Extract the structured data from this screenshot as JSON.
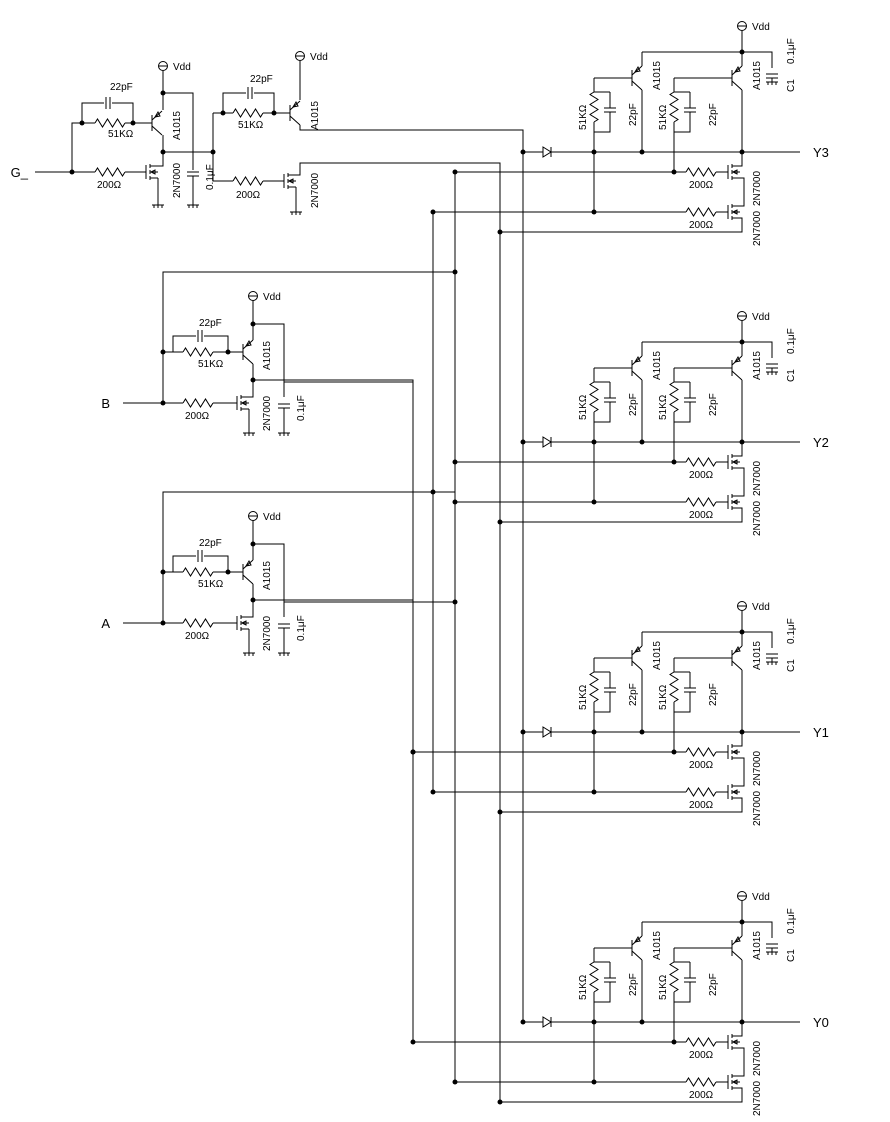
{
  "inputs": {
    "g": "G_",
    "b": "B",
    "a": "A"
  },
  "outputs": {
    "y3": "Y3",
    "y2": "Y2",
    "y1": "Y1",
    "y0": "Y0"
  },
  "parts": {
    "vdd": "Vdd",
    "pnp": "A1015",
    "nmos": "2N7000",
    "r_feedback": "51KΩ",
    "r_gate": "200Ω",
    "cap_speedup": "22pF",
    "cap_bypass": "0.1μF",
    "cap_c1": "C1",
    "cap_c1_value": "0.1μF"
  },
  "colors": {
    "wire": "#000000",
    "background": "#ffffff"
  }
}
